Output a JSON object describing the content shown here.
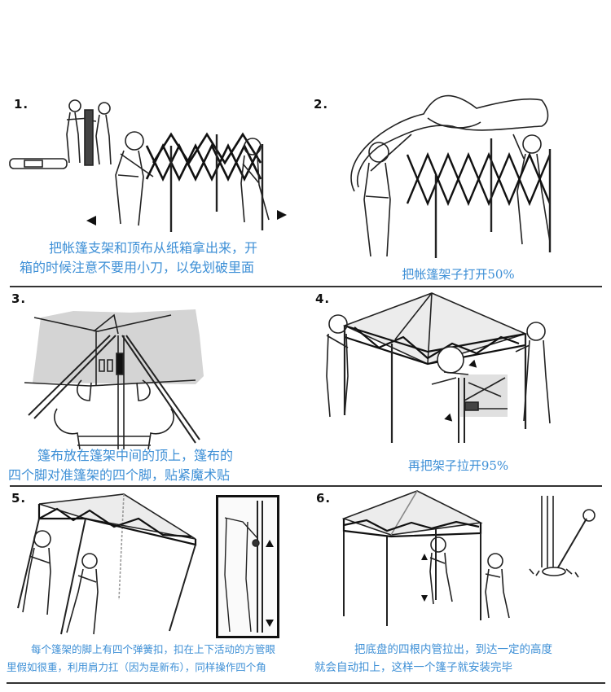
{
  "document": {
    "type": "tent-assembly-instructions",
    "accent_color": "#3d8fd6",
    "line_color": "#222222"
  },
  "steps": [
    {
      "number": "1.",
      "caption_lines": [
        "把帐篷支架和顶布从纸箱拿出来，开",
        "箱的时候注意不要用小刀，以免划破里面"
      ],
      "icons": [
        "arrow-left-icon",
        "arrow-right-icon"
      ]
    },
    {
      "number": "2.",
      "caption_lines": [
        "把帐篷架子打开50%"
      ],
      "open_percent": 50
    },
    {
      "number": "3.",
      "caption_lines": [
        "篷布放在篷架中间的顶上，篷布的",
        "四个脚对准篷架的四个脚，贴紧魔术贴"
      ]
    },
    {
      "number": "4.",
      "caption_lines": [
        "再把架子拉开95%"
      ],
      "open_percent": 95,
      "icons": [
        "arrow-down-icon",
        "arrow-down-icon"
      ]
    },
    {
      "number": "5.",
      "caption_lines": [
        "每个篷架的脚上有四个弹簧扣，扣在上下活动的方管眼",
        "里假如很重，利用肩力扛（因为是新布），同样操作四个角"
      ],
      "icons": [
        "arrow-up-icon",
        "arrow-down-icon"
      ]
    },
    {
      "number": "6.",
      "caption_lines": [
        "把底盘的四根内管拉出，到达一定的高度",
        "就会自动扣上，这样一个篷子就安装完毕"
      ],
      "icons": [
        "arrow-up-icon",
        "arrow-down-icon"
      ]
    }
  ]
}
